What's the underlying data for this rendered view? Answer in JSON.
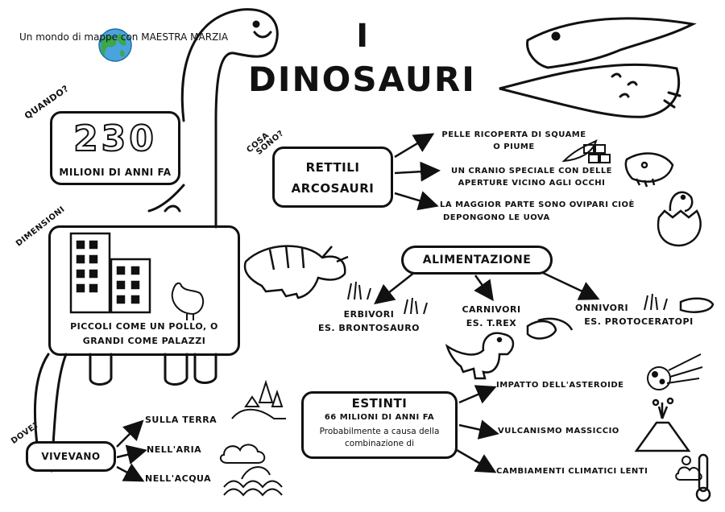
{
  "brand": {
    "text": "Un mondo di mappe con MAESTRA MARZIA",
    "logo": "globe-icon"
  },
  "title": {
    "line1": "I",
    "line2": "DINOSAURI"
  },
  "when": {
    "question": "QUANDO?",
    "number": "230",
    "label": "MILIONI DI ANNI FA"
  },
  "what": {
    "question_line1": "COSA",
    "question_line2": "SONO?",
    "box_line1": "RETTILI",
    "box_line2": "ARCOSAURI",
    "items": [
      {
        "line1": "PELLE RICOPERTA DI SQUAME",
        "line2": "O PIUME"
      },
      {
        "line1": "UN CRANIO SPECIALE CON DELLE",
        "line2": "APERTURE VICINO AGLI OCCHI"
      },
      {
        "line1": "LA MAGGIOR PARTE SONO OVIPARI CIOÈ",
        "line2": "DEPONGONO LE UOVA"
      }
    ]
  },
  "size": {
    "question": "DIMENSIONI",
    "label_line1": "PICCOLI COME UN POLLO, O",
    "label_line2": "GRANDI COME PALAZZI"
  },
  "food": {
    "title": "ALIMENTAZIONE",
    "items": [
      {
        "name": "ERBIVORI",
        "example": "ES. BRONTOSAURO"
      },
      {
        "name": "CARNIVORI",
        "example": "ES. T.REX"
      },
      {
        "name": "ONNIVORI",
        "example": "ES. PROTOCERATOPI"
      }
    ]
  },
  "extinct": {
    "title": "ESTINTI",
    "subtitle": "66 MILIONI DI ANNI FA",
    "text_line1": "Probabilmente a causa della",
    "text_line2": "combinazione di",
    "causes": [
      "IMPATTO DELL'ASTEROIDE",
      "VULCANISMO MASSICCIO",
      "CAMBIAMENTI CLIMATICI LENTI"
    ]
  },
  "where": {
    "question": "DOVE?",
    "box": "VIVEVANO",
    "items": [
      "SULLA TERRA",
      "NELL'ARIA",
      "NELL'ACQUA"
    ]
  }
}
